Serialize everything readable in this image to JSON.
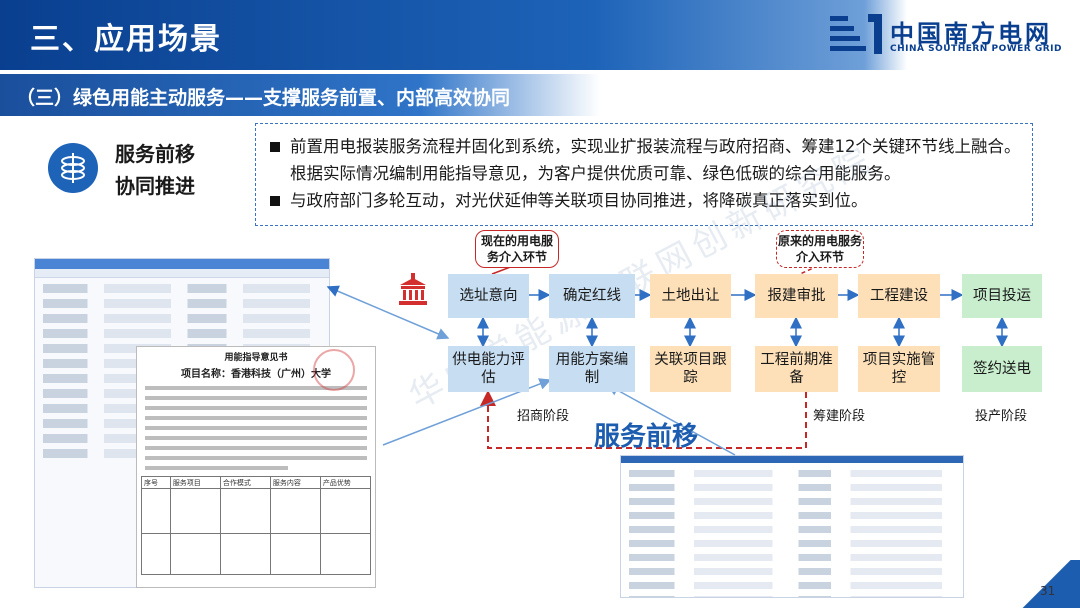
{
  "header": {
    "section_title": "三、应用场景",
    "logo_cn": "中国南方电网",
    "logo_en": "CHINA SOUTHERN POWER GRID"
  },
  "subtitle": "（三）绿色用能主动服务——支撑服务前置、内部高效协同",
  "service": {
    "line1": "服务前移",
    "line2": "协同推进"
  },
  "bullets": [
    "前置用电报装服务流程并固化到系统，实现业扩报装流程与政府招商、筹建12个关键环节线上融合。根据实际情况编制用能指导意见，为客户提供优质可靠、绿色低碳的综合用能服务。",
    "与政府部门多轮互动，对光伏延伸等关联项目协同推进，将降碳真正落实到位。"
  ],
  "document": {
    "heading": "用能指导意见书",
    "project": "项目名称：香港科技（广州）大学",
    "table_header": [
      "序号",
      "服务项目",
      "合作模式",
      "服务内容",
      "产品优势"
    ]
  },
  "flow": {
    "callout_current": "现在的用电服务介入环节",
    "callout_original": "原来的用电服务介入环节",
    "top": [
      "选址意向",
      "确定红线",
      "土地出让",
      "报建审批",
      "工程建设",
      "项目投运"
    ],
    "bottom": [
      "供电能力评估",
      "用能方案编制",
      "关联项目跟踪",
      "工程前期准备",
      "项目实施管控",
      "签约送电"
    ],
    "stages": [
      "招商阶段",
      "筹建阶段",
      "投产阶段"
    ],
    "big_label": "服务前移"
  },
  "watermark": "华中学能源互联网创新研究院",
  "page_number": "31",
  "colors": {
    "primary_blue": "#1d5db0",
    "box_blue": "#c7ddf2",
    "box_orange": "#fde0b8",
    "box_green": "#c8eecd",
    "dashed_red": "#c62828"
  }
}
